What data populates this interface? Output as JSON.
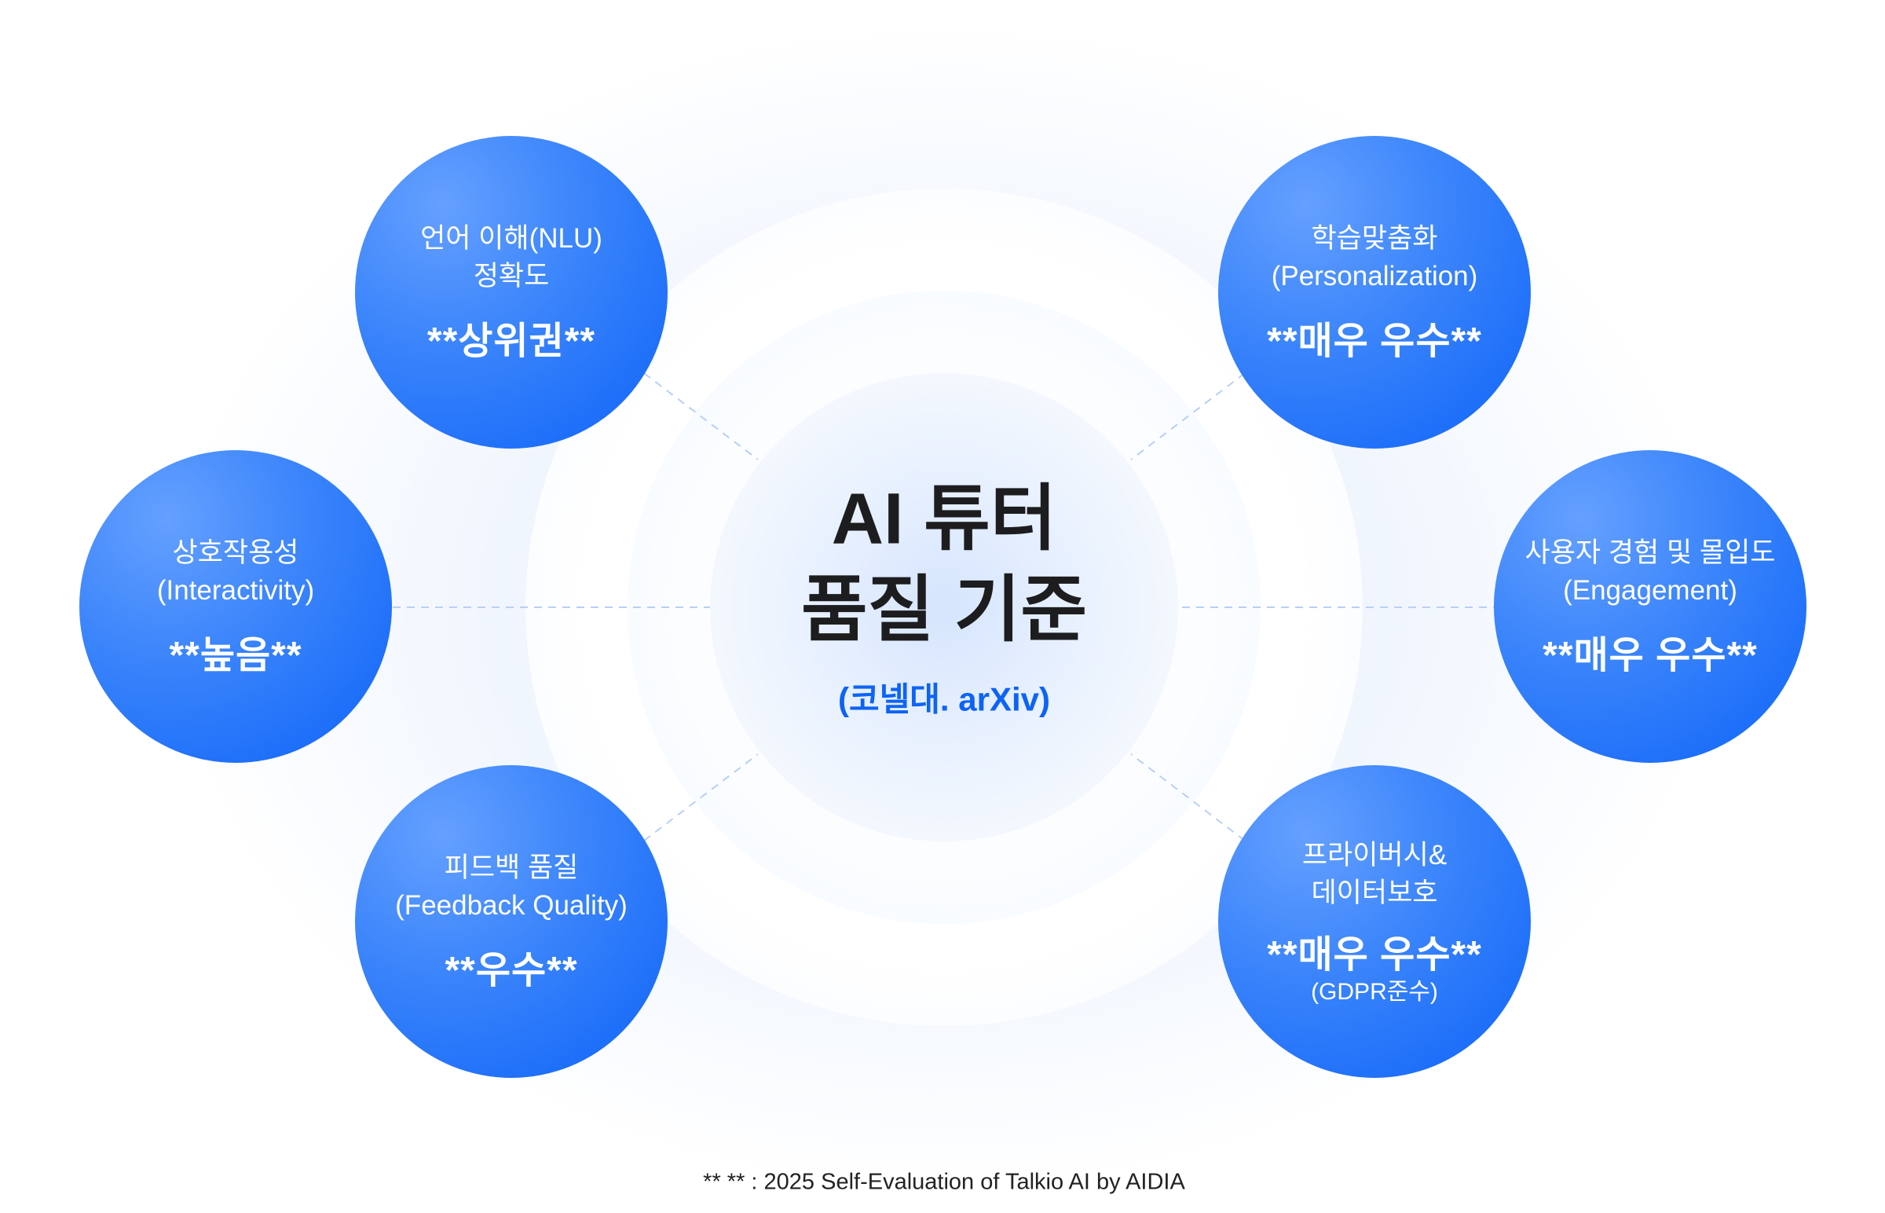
{
  "center": {
    "title_line1": "AI 튜터",
    "title_line2": "품질 기준",
    "source": "(코넬대. arXiv)"
  },
  "criteria": [
    {
      "label_line1": "언어 이해(NLU)",
      "label_line2": "정확도",
      "rating": "**상위권**"
    },
    {
      "label_line1": "학습맞춤화",
      "label_line2": "(Personalization)",
      "rating": "**매우 우수**"
    },
    {
      "label_line1": "상호작용성",
      "label_line2": "(Interactivity)",
      "rating": "**높음**"
    },
    {
      "label_line1": "사용자 경험 및 몰입도",
      "label_line2": "(Engagement)",
      "rating": "**매우 우수**"
    },
    {
      "label_line1": "피드백 품질",
      "label_line2": "(Feedback Quality)",
      "rating": "**우수**"
    },
    {
      "label_line1": "프라이버시&",
      "label_line2": "데이터보호",
      "rating": "**매우 우수**",
      "note": "(GDPR준수)"
    }
  ],
  "footer": "** ** : 2025 Self-Evaluation of Talkio AI by AIDIA",
  "colors": {
    "accent": "#0d63f5",
    "circle": "#3d86fb",
    "text": "#1d1d1f"
  }
}
